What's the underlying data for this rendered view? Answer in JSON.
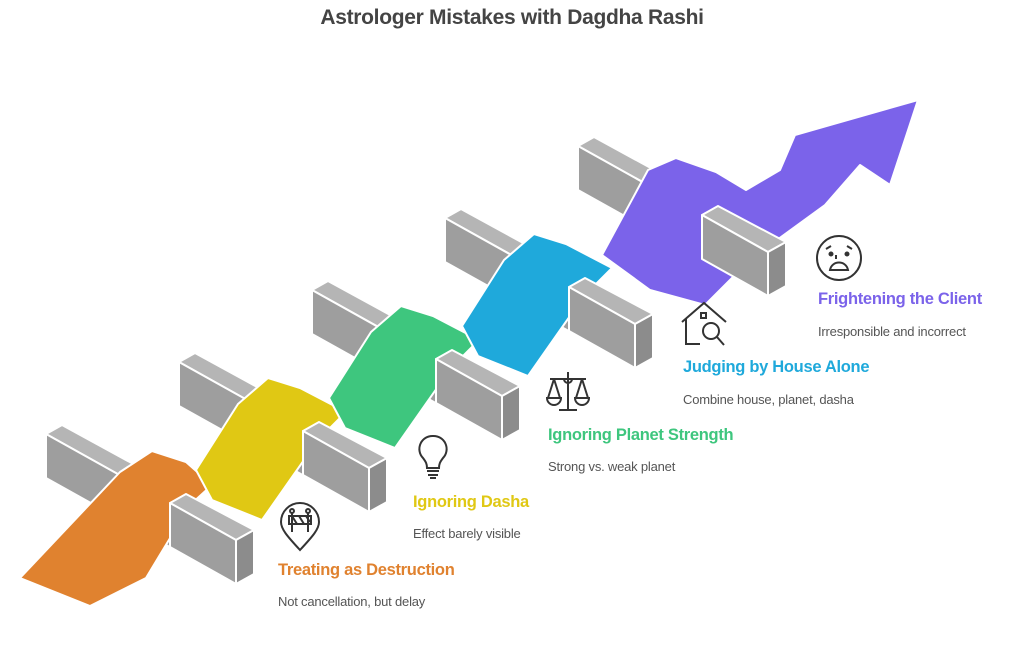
{
  "title": "Astrologer Mistakes with Dagdha Rashi",
  "steps": [
    {
      "title": "Treating as Destruction",
      "description": "Not cancellation, but delay",
      "color": "#E0822F",
      "icon": "road-barrier-pin-icon"
    },
    {
      "title": "Ignoring Dasha",
      "description": "Effect barely visible",
      "color": "#E0C814",
      "icon": "lightbulb-icon"
    },
    {
      "title": "Ignoring Planet Strength",
      "description": "Strong vs. weak planet",
      "color": "#3EC67E",
      "icon": "balance-scale-icon"
    },
    {
      "title": "Judging by House Alone",
      "description": "Combine house, planet, dasha",
      "color": "#1FA9DB",
      "icon": "house-search-icon"
    },
    {
      "title": "Frightening the Client",
      "description": "Irresponsible and incorrect",
      "color": "#7B63EA",
      "icon": "frightened-face-icon"
    }
  ],
  "colors": {
    "block_top": "#B5B5B5",
    "block_front": "#9E9E9E",
    "block_end": "#8C8C8C",
    "title": "#444444",
    "description": "#555555"
  }
}
